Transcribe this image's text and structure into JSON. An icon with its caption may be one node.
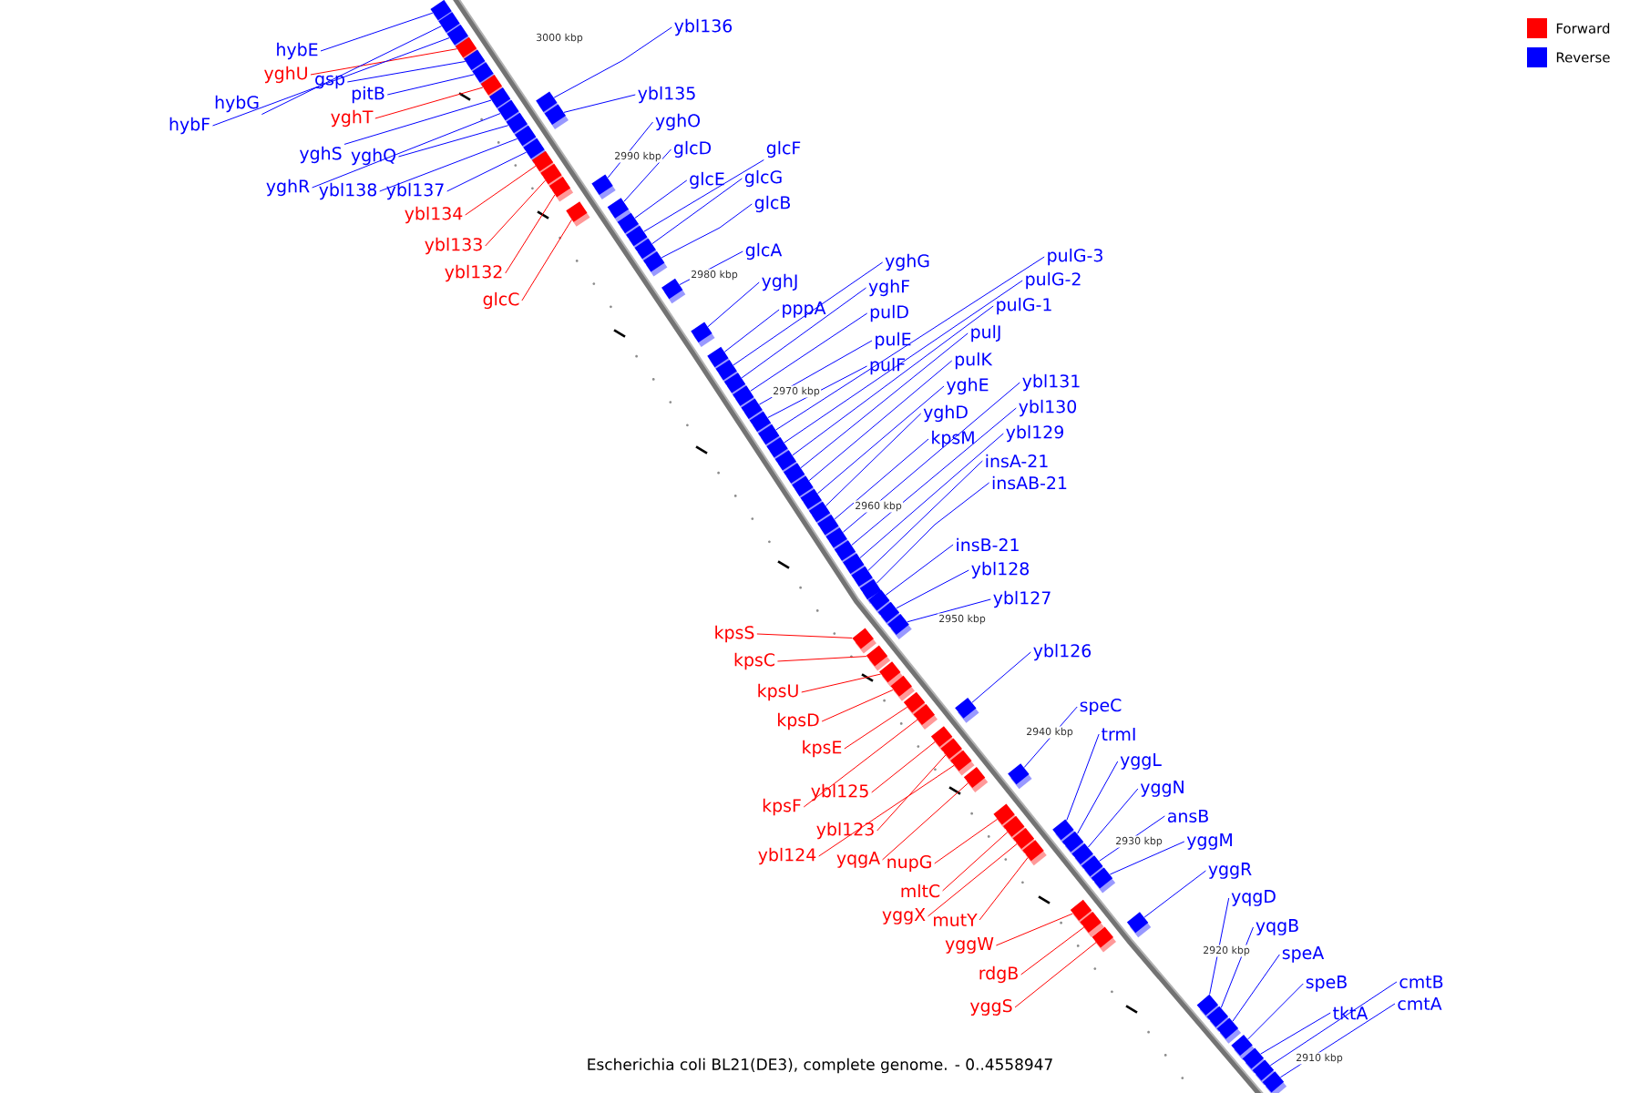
{
  "diagram": {
    "caption": "Escherichia coli BL21(DE3), complete genome. - 0..4558947",
    "nodes": [
      {
        "text": [
          "hybE"
        ]
      },
      {
        "text": [
          "yghU"
        ]
      },
      {
        "text": [
          "gsp"
        ]
      },
      {
        "text": [
          "pitB"
        ]
      },
      {
        "text": [
          "hybG"
        ]
      },
      {
        "text": [
          "ybl136"
        ]
      },
      {
        "text": [
          "ybl135"
        ]
      },
      {
        "text": [
          "yghT"
        ]
      },
      {
        "text": [
          "yghO"
        ]
      },
      {
        "text": [
          "hybF"
        ]
      },
      {
        "text": [
          "glcD"
        ]
      },
      {
        "text": [
          "glcF"
        ]
      },
      {
        "text": [
          "yghS"
        ]
      },
      {
        "text": [
          "yghQ"
        ]
      },
      {
        "text": [
          "glcE"
        ]
      },
      {
        "text": [
          "glcG"
        ]
      },
      {
        "text": [
          "yghR"
        ]
      },
      {
        "text": [
          "ybl138"
        ]
      },
      {
        "text": [
          "ybl137"
        ]
      },
      {
        "text": [
          "glcB"
        ]
      },
      {
        "text": [
          "ybl134"
        ]
      },
      {
        "text": [
          "ybl133"
        ]
      },
      {
        "text": [
          "glcA"
        ]
      },
      {
        "text": [
          "pulG-3"
        ]
      },
      {
        "text": [
          "yghG"
        ]
      },
      {
        "text": [
          "ybl132"
        ]
      },
      {
        "text": [
          "pulG-2"
        ]
      },
      {
        "text": [
          "yghJ"
        ]
      },
      {
        "text": [
          "yghF"
        ]
      },
      {
        "text": [
          "glcC"
        ]
      },
      {
        "text": [
          "pulG-1"
        ]
      },
      {
        "text": [
          "pppA"
        ]
      },
      {
        "text": [
          "pulD"
        ]
      },
      {
        "text": [
          "pulJ"
        ]
      },
      {
        "text": [
          "pulE"
        ]
      },
      {
        "text": [
          "pulK"
        ]
      },
      {
        "text": [
          "pulF"
        ]
      },
      {
        "text": [
          "ybl131"
        ]
      },
      {
        "text": [
          "yghE"
        ]
      },
      {
        "text": [
          "ybl130"
        ]
      },
      {
        "text": [
          "yghD"
        ]
      },
      {
        "text": [
          "ybl129"
        ]
      },
      {
        "text": [
          "kpsM"
        ]
      },
      {
        "text": [
          "insA-21"
        ]
      },
      {
        "text": [
          "insAB-21"
        ]
      },
      {
        "text": [
          "insB-21"
        ]
      },
      {
        "text": [
          "ybl128"
        ]
      },
      {
        "text": [
          "ybl127"
        ]
      },
      {
        "text": [
          "kpsS"
        ]
      },
      {
        "text": [
          "ybl126"
        ]
      },
      {
        "text": [
          "kpsC"
        ]
      },
      {
        "text": [
          "kpsU"
        ]
      },
      {
        "text": [
          "speC"
        ]
      },
      {
        "text": [
          "kpsD"
        ]
      },
      {
        "text": [
          "trmI"
        ]
      },
      {
        "text": [
          "kpsE"
        ]
      },
      {
        "text": [
          "yggL"
        ]
      },
      {
        "text": [
          "yggN"
        ]
      },
      {
        "text": [
          "ybl125"
        ]
      },
      {
        "text": [
          "kpsF"
        ]
      },
      {
        "text": [
          "ansB"
        ]
      },
      {
        "text": [
          "ybl123"
        ]
      },
      {
        "text": [
          "yggM"
        ]
      },
      {
        "text": [
          "ybl124"
        ]
      },
      {
        "text": [
          "yqgA"
        ]
      },
      {
        "text": [
          "nupG"
        ]
      },
      {
        "text": [
          "yggR"
        ]
      },
      {
        "text": [
          "mltC"
        ]
      },
      {
        "text": [
          "yqgD"
        ]
      },
      {
        "text": [
          "yggX"
        ]
      },
      {
        "text": [
          "mutY"
        ]
      },
      {
        "text": [
          "yqgB"
        ]
      },
      {
        "text": [
          "yggW"
        ]
      },
      {
        "text": [
          "speA"
        ]
      },
      {
        "text": [
          "rdgB"
        ]
      },
      {
        "text": [
          "cmtB"
        ]
      },
      {
        "text": [
          "speB"
        ]
      },
      {
        "text": [
          "cmtA"
        ]
      },
      {
        "text": [
          "yggS"
        ]
      },
      {
        "text": [
          "tktA"
        ]
      },
      {
        "text": [],
        "shape": "box"
      },
      {
        "text": [],
        "shape": "box"
      },
      {
        "text": [],
        "shape": "box"
      },
      {
        "text": [],
        "shape": "box"
      },
      {
        "text": [],
        "shape": "box"
      },
      {
        "text": [],
        "shape": "box"
      },
      {
        "text": [],
        "shape": "box"
      },
      {
        "text": [],
        "shape": "box"
      },
      {
        "text": [],
        "shape": "box"
      },
      {
        "text": [],
        "shape": "box"
      },
      {
        "text": [],
        "shape": "box"
      },
      {
        "text": [],
        "shape": "box"
      },
      {
        "text": [],
        "shape": "box"
      },
      {
        "text": [],
        "shape": "box"
      },
      {
        "text": [],
        "shape": "box"
      },
      {
        "text": [],
        "shape": "box"
      },
      {
        "text": [],
        "shape": "box"
      },
      {
        "text": [],
        "shape": "box"
      },
      {
        "text": [],
        "shape": "box"
      },
      {
        "text": [],
        "shape": "box"
      },
      {
        "text": [],
        "shape": "box"
      },
      {
        "text": [],
        "shape": "box"
      },
      {
        "text": [],
        "shape": "box"
      },
      {
        "text": [],
        "shape": "box"
      },
      {
        "text": [],
        "shape": "box"
      },
      {
        "text": [],
        "shape": "box"
      },
      {
        "text": [],
        "shape": "box"
      },
      {
        "text": [],
        "shape": "box"
      },
      {
        "text": [],
        "shape": "box"
      },
      {
        "text": [],
        "shape": "box"
      },
      {
        "text": [],
        "shape": "box"
      },
      {
        "text": [],
        "shape": "box"
      },
      {
        "text": [],
        "shape": "box"
      },
      {
        "text": [],
        "shape": "box"
      },
      {
        "text": [],
        "shape": "box"
      },
      {
        "text": [],
        "shape": "box"
      },
      {
        "text": [],
        "shape": "box"
      },
      {
        "text": [],
        "shape": "box"
      },
      {
        "text": [],
        "shape": "box"
      },
      {
        "text": [],
        "shape": "box"
      },
      {
        "text": [],
        "shape": "box"
      },
      {
        "text": [],
        "shape": "box"
      },
      {
        "text": [],
        "shape": "box"
      },
      {
        "text": [],
        "shape": "box"
      },
      {
        "text": [],
        "shape": "box"
      },
      {
        "text": [],
        "shape": "box"
      },
      {
        "text": [],
        "shape": "box"
      },
      {
        "text": [],
        "shape": "box"
      },
      {
        "text": [],
        "shape": "box"
      },
      {
        "text": [],
        "shape": "box"
      },
      {
        "text": [],
        "shape": "box"
      },
      {
        "text": [],
        "shape": "box"
      },
      {
        "text": [],
        "shape": "box"
      },
      {
        "text": [],
        "shape": "box"
      },
      {
        "text": [],
        "shape": "box"
      },
      {
        "text": [],
        "shape": "box"
      },
      {
        "text": [],
        "shape": "box"
      },
      {
        "text": [],
        "shape": "box"
      },
      {
        "text": [],
        "shape": "box"
      },
      {
        "text": [],
        "shape": "box"
      },
      {
        "text": [],
        "shape": "box"
      },
      {
        "text": [],
        "shape": "box"
      },
      {
        "text": [],
        "shape": "box"
      },
      {
        "text": [],
        "shape": "box"
      },
      {
        "text": [],
        "shape": "box"
      },
      {
        "text": [],
        "shape": "box"
      },
      {
        "text": [],
        "shape": "box"
      },
      {
        "text": [],
        "shape": "box"
      },
      {
        "text": [],
        "shape": "box"
      },
      {
        "text": [],
        "shape": "box"
      },
      {
        "text": [],
        "shape": "box"
      },
      {
        "text": [],
        "shape": "box"
      },
      {
        "text": [],
        "shape": "box"
      },
      {
        "text": [],
        "shape": "box"
      },
      {
        "text": [],
        "shape": "box"
      },
      {
        "text": [],
        "shape": "box"
      },
      {
        "text": [],
        "shape": "box"
      },
      {
        "text": [],
        "shape": "box"
      },
      {
        "text": [],
        "shape": "box"
      },
      {
        "text": [],
        "shape": "box"
      }
    ],
    "edges": [
      {
        "from": 0,
        "to": 80,
        "arrow": "none"
      },
      {
        "from": 1,
        "to": 83,
        "arrow": "none",
        "color": "#ff0000"
      },
      {
        "from": 2,
        "to": 84,
        "arrow": "none"
      },
      {
        "from": 3,
        "to": 85,
        "arrow": "none"
      },
      {
        "from": 4,
        "to": 81,
        "arrow": "none"
      },
      {
        "from": 5,
        "to": 88,
        "arrow": "none"
      },
      {
        "from": 6,
        "to": 90,
        "arrow": "none"
      },
      {
        "from": 7,
        "to": 86,
        "arrow": "none",
        "color": "#ff0000"
      },
      {
        "from": 8,
        "to": 95,
        "arrow": "none"
      },
      {
        "from": 9,
        "to": 82,
        "arrow": "none"
      },
      {
        "from": 10,
        "to": 97,
        "arrow": "none"
      },
      {
        "from": 11,
        "to": 100,
        "arrow": "none"
      },
      {
        "from": 12,
        "to": 87,
        "arrow": "none"
      },
      {
        "from": 13,
        "to": 91,
        "arrow": "none"
      },
      {
        "from": 14,
        "to": 99,
        "arrow": "none"
      },
      {
        "from": 15,
        "to": 102,
        "arrow": "none"
      },
      {
        "from": 16,
        "to": 89,
        "arrow": "none"
      },
      {
        "from": 17,
        "to": 92,
        "arrow": "none"
      },
      {
        "from": 18,
        "to": 93,
        "arrow": "none"
      },
      {
        "from": 19,
        "to": 103,
        "arrow": "none"
      },
      {
        "from": 20,
        "to": 94,
        "arrow": "none",
        "color": "#ff0000"
      },
      {
        "from": 21,
        "to": 96,
        "arrow": "none",
        "color": "#ff0000"
      },
      {
        "from": 22,
        "to": 104,
        "arrow": "none"
      },
      {
        "from": 23,
        "to": 112,
        "arrow": "none"
      },
      {
        "from": 24,
        "to": 107,
        "arrow": "none"
      },
      {
        "from": 25,
        "to": 98,
        "arrow": "none",
        "color": "#ff0000"
      },
      {
        "from": 26,
        "to": 113,
        "arrow": "none"
      },
      {
        "from": 27,
        "to": 105,
        "arrow": "none"
      },
      {
        "from": 28,
        "to": 108,
        "arrow": "none"
      },
      {
        "from": 29,
        "to": 101,
        "arrow": "none",
        "color": "#ff0000"
      },
      {
        "from": 30,
        "to": 114,
        "arrow": "none"
      },
      {
        "from": 31,
        "to": 106,
        "arrow": "none"
      },
      {
        "from": 32,
        "to": 109,
        "arrow": "none"
      },
      {
        "from": 33,
        "to": 115,
        "arrow": "none"
      },
      {
        "from": 34,
        "to": 110,
        "arrow": "none"
      },
      {
        "from": 35,
        "to": 116,
        "arrow": "none"
      },
      {
        "from": 36,
        "to": 111,
        "arrow": "none"
      },
      {
        "from": 37,
        "to": 120,
        "arrow": "none"
      },
      {
        "from": 38,
        "to": 117,
        "arrow": "none"
      },
      {
        "from": 39,
        "to": 121,
        "arrow": "none"
      },
      {
        "from": 40,
        "to": 118,
        "arrow": "none"
      },
      {
        "from": 41,
        "to": 122,
        "arrow": "none"
      },
      {
        "from": 42,
        "to": 119,
        "arrow": "none"
      },
      {
        "from": 43,
        "to": 123,
        "arrow": "none"
      },
      {
        "from": 44,
        "to": 124,
        "arrow": "none"
      },
      {
        "from": 45,
        "to": 125,
        "arrow": "none"
      },
      {
        "from": 46,
        "to": 126,
        "arrow": "none"
      },
      {
        "from": 47,
        "to": 127,
        "arrow": "none"
      },
      {
        "from": 48,
        "to": 128,
        "arrow": "none",
        "color": "#ff0000"
      },
      {
        "from": 49,
        "to": 131,
        "arrow": "none"
      },
      {
        "from": 50,
        "to": 129,
        "arrow": "none",
        "color": "#ff0000"
      },
      {
        "from": 51,
        "to": 130,
        "arrow": "none",
        "color": "#ff0000"
      },
      {
        "from": 52,
        "to": 135,
        "arrow": "none"
      },
      {
        "from": 53,
        "to": 132,
        "arrow": "none",
        "color": "#ff0000"
      },
      {
        "from": 54,
        "to": 140,
        "arrow": "none"
      },
      {
        "from": 55,
        "to": 133,
        "arrow": "none",
        "color": "#ff0000"
      },
      {
        "from": 56,
        "to": 141,
        "arrow": "none"
      },
      {
        "from": 57,
        "to": 143,
        "arrow": "none"
      },
      {
        "from": 58,
        "to": 136,
        "arrow": "none",
        "color": "#ff0000"
      },
      {
        "from": 59,
        "to": 134,
        "arrow": "none",
        "color": "#ff0000"
      },
      {
        "from": 60,
        "to": 144,
        "arrow": "none"
      },
      {
        "from": 61,
        "to": 137,
        "arrow": "none",
        "color": "#ff0000"
      },
      {
        "from": 62,
        "to": 146,
        "arrow": "none"
      },
      {
        "from": 63,
        "to": 138,
        "arrow": "none",
        "color": "#ff0000"
      },
      {
        "from": 64,
        "to": 139,
        "arrow": "none",
        "color": "#ff0000"
      },
      {
        "from": 65,
        "to": 142,
        "arrow": "none",
        "color": "#ff0000"
      },
      {
        "from": 66,
        "to": 149,
        "arrow": "none"
      },
      {
        "from": 67,
        "to": 145,
        "arrow": "none",
        "color": "#ff0000"
      },
      {
        "from": 68,
        "to": 153,
        "arrow": "none"
      },
      {
        "from": 69,
        "to": 147,
        "arrow": "none",
        "color": "#ff0000"
      },
      {
        "from": 70,
        "to": 148,
        "arrow": "none",
        "color": "#ff0000"
      },
      {
        "from": 71,
        "to": 154,
        "arrow": "none"
      },
      {
        "from": 72,
        "to": 150,
        "arrow": "none",
        "color": "#ff0000"
      },
      {
        "from": 73,
        "to": 155,
        "arrow": "none"
      },
      {
        "from": 74,
        "to": 151,
        "arrow": "none",
        "color": "#ff0000"
      },
      {
        "from": 75,
        "to": 158,
        "arrow": "none"
      },
      {
        "from": 76,
        "to": 156,
        "arrow": "none"
      },
      {
        "from": 77,
        "to": 159,
        "arrow": "none"
      },
      {
        "from": 78,
        "to": 152,
        "arrow": "none",
        "color": "#ff0000"
      },
      {
        "from": 79,
        "to": 157,
        "arrow": "none"
      }
    ],
    "labels": [
      "3000 kbp",
      "2990 kbp",
      "2980 kbp",
      "2970 kbp",
      "2960 kbp",
      "2950 kbp",
      "2940 kbp",
      "2930 kbp",
      "2920 kbp",
      "2910 kbp"
    ],
    "legend": [
      {
        "text": "Forward",
        "color": "#ff0000"
      },
      {
        "text": "Reverse",
        "color": "#0000ff"
      }
    ]
  }
}
